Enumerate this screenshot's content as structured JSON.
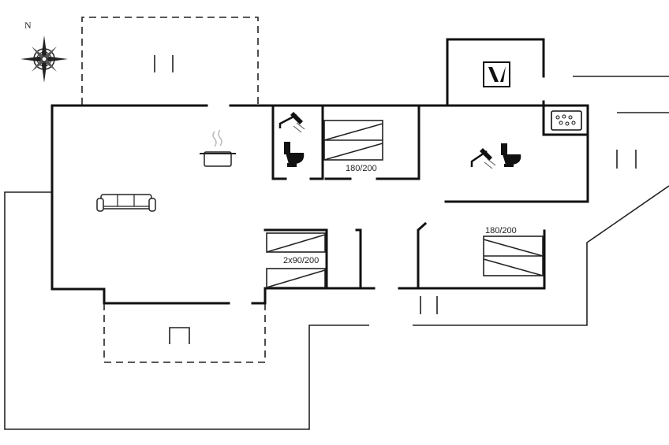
{
  "compass": {
    "north_label": "N",
    "icon": "compass-rose-icon"
  },
  "beds": [
    {
      "id": "bed-bedroom-1",
      "label": "180/200"
    },
    {
      "id": "bed-bedroom-2",
      "label": "180/200"
    },
    {
      "id": "bed-bedroom-3",
      "label": "2x90/200"
    }
  ],
  "icons": {
    "kitchen": "cooking-pot-icon",
    "living": "sofa-icon",
    "bathroom_1": [
      "shower-icon",
      "toilet-icon"
    ],
    "bathroom_2": [
      "shower-icon",
      "toilet-icon"
    ],
    "utility": "washing-machine-icon",
    "spa": "whirlpool-icon"
  },
  "colors": {
    "wall": "#111111",
    "background": "#ffffff"
  }
}
